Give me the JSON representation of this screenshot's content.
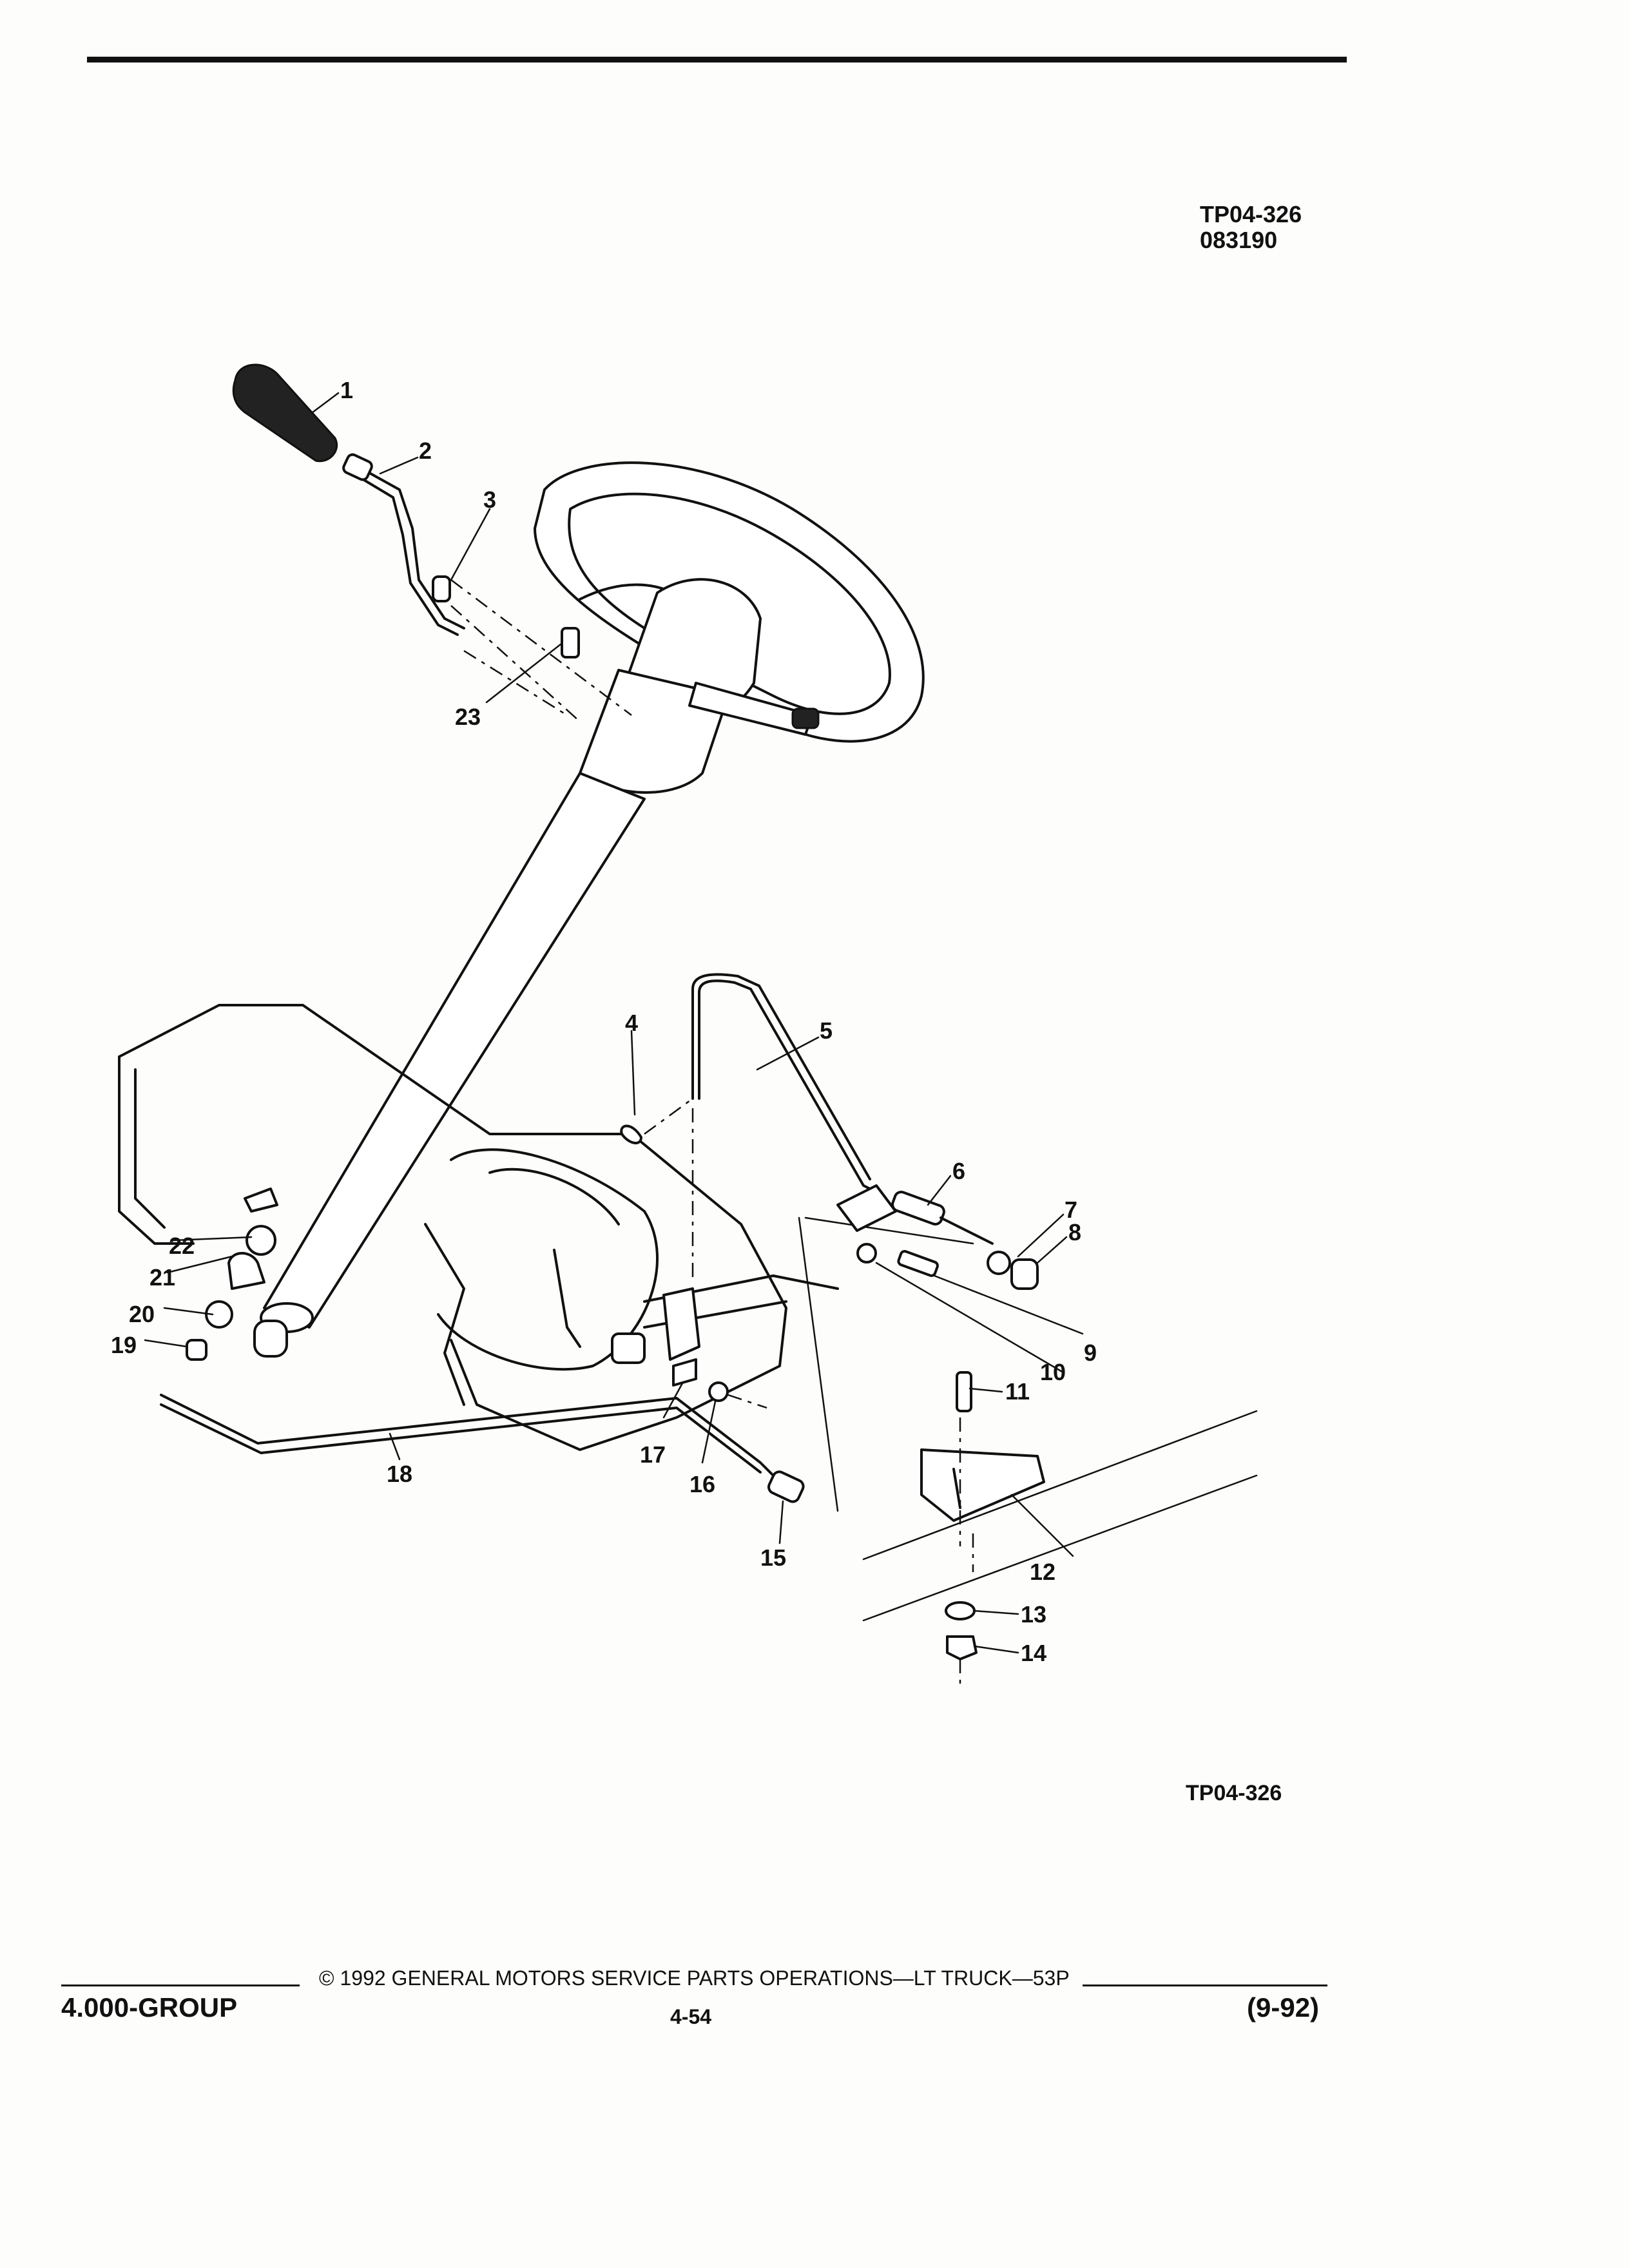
{
  "header": {
    "figure_code": "TP04-326",
    "date_code": "083190"
  },
  "figure_caption": "TP04-326",
  "callouts": [
    "1",
    "2",
    "3",
    "4",
    "5",
    "6",
    "7",
    "8",
    "9",
    "10",
    "11",
    "12",
    "13",
    "14",
    "15",
    "16",
    "17",
    "18",
    "19",
    "20",
    "21",
    "22",
    "23"
  ],
  "footer": {
    "group": "4.000-GROUP",
    "copyright": "© 1992 GENERAL MOTORS SERVICE PARTS OPERATIONS—LT TRUCK—53P",
    "page_number": "4-54",
    "revision": "(9-92)"
  }
}
